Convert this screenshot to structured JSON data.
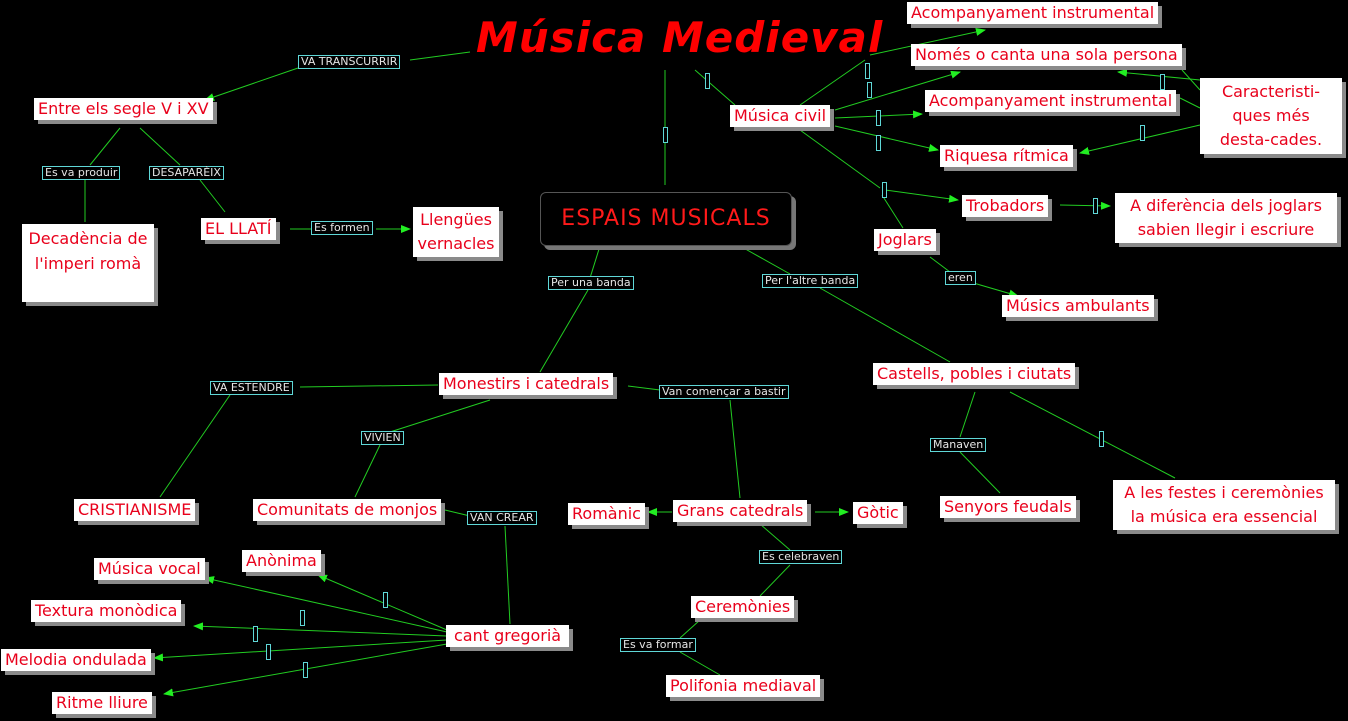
{
  "title": "Música Medieval",
  "center": "ESPAIS MUSICALS",
  "nodes": {
    "acomp1": "Acompanyament instrumental",
    "nomes": "Només o canta una sola persona",
    "caract": "Caracteristi-ques més desta-cades.",
    "civil": "Música civil",
    "acomp2": "Acompanyament instrumental",
    "riquesa": "Riquesa rítmica",
    "trobadors": "Trobadors",
    "diferencia": "A diferència dels joglars sabien llegir i escriure",
    "joglars": "Joglars",
    "ambulants": "Músics ambulants",
    "castells": "Castells, pobles i ciutats",
    "senyors": "Senyors feudals",
    "festes": "A les festes i ceremònies la música era essencial",
    "segle": "Entre els segle V i XV",
    "decadencia": "Decadència de l'imperi romà",
    "llati": "EL LLATÍ",
    "llengues": "Llengües vernacles",
    "monestirs": "Monestirs i catedrals",
    "cristianisme": "CRISTIANISME",
    "comunitats": "Comunitats de monjos",
    "romanic": "Romànic",
    "catedrals": "Grans catedrals",
    "gotic": "Gòtic",
    "ceremonies": "Ceremònies",
    "polifonia": "Polifonia mediaval",
    "anonima": "Anònima",
    "vocal": "Música vocal",
    "textura": "Textura monòdica",
    "melodia": "Melodia ondulada",
    "ritme": "Ritme lliure",
    "gregoria": "cant gregorià"
  },
  "labels": {
    "transcorrir": "VA TRANSCURRIR",
    "produir": "Es va produir",
    "desapareix": "DESAPARÈIX",
    "formen": "Es formen",
    "banda1": "Per una banda",
    "banda2": "Per l'altre banda",
    "eren": "eren",
    "estendre": "VA ESTENDRE",
    "bastir": "Van començar a bastir",
    "vivien": "VIVIEN",
    "crear": "VAN CREAR",
    "manaven": "Manaven",
    "celebraven": "Es celebraven",
    "formar": "Es va formar"
  },
  "colors": {
    "node_text": "#e8001b",
    "title": "#ff0000",
    "line": "#22cc22",
    "label_border": "#5fd7d7"
  }
}
